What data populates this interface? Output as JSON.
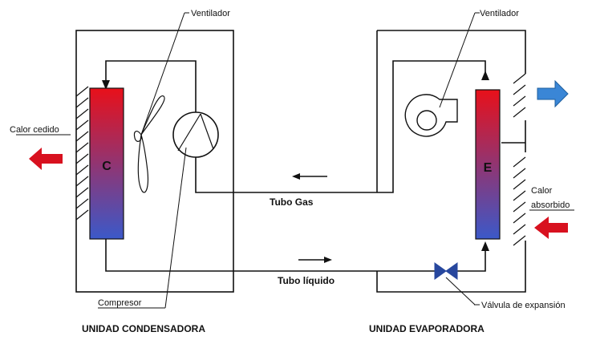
{
  "labels": {
    "fan_left": "Ventilador",
    "fan_right": "Ventilador",
    "heat_out": "Calor cedido",
    "heat_in_1": "Calor",
    "heat_in_2": "absorbido",
    "condenser_letter": "C",
    "evaporator_letter": "E",
    "gas_tube": "Tubo Gas",
    "liquid_tube": "Tubo líquido",
    "compressor": "Compresor",
    "expansion_valve": "Válvula de expansión",
    "unit_left": "UNIDAD CONDENSADORA",
    "unit_right": "UNIDAD EVAPORADORA"
  },
  "colors": {
    "hot": "#e8101a",
    "cold": "#3b59c9",
    "arrow_red": "#d8111f",
    "arrow_blue": "#3a86d6",
    "valve": "#27479e",
    "line": "#111111"
  }
}
